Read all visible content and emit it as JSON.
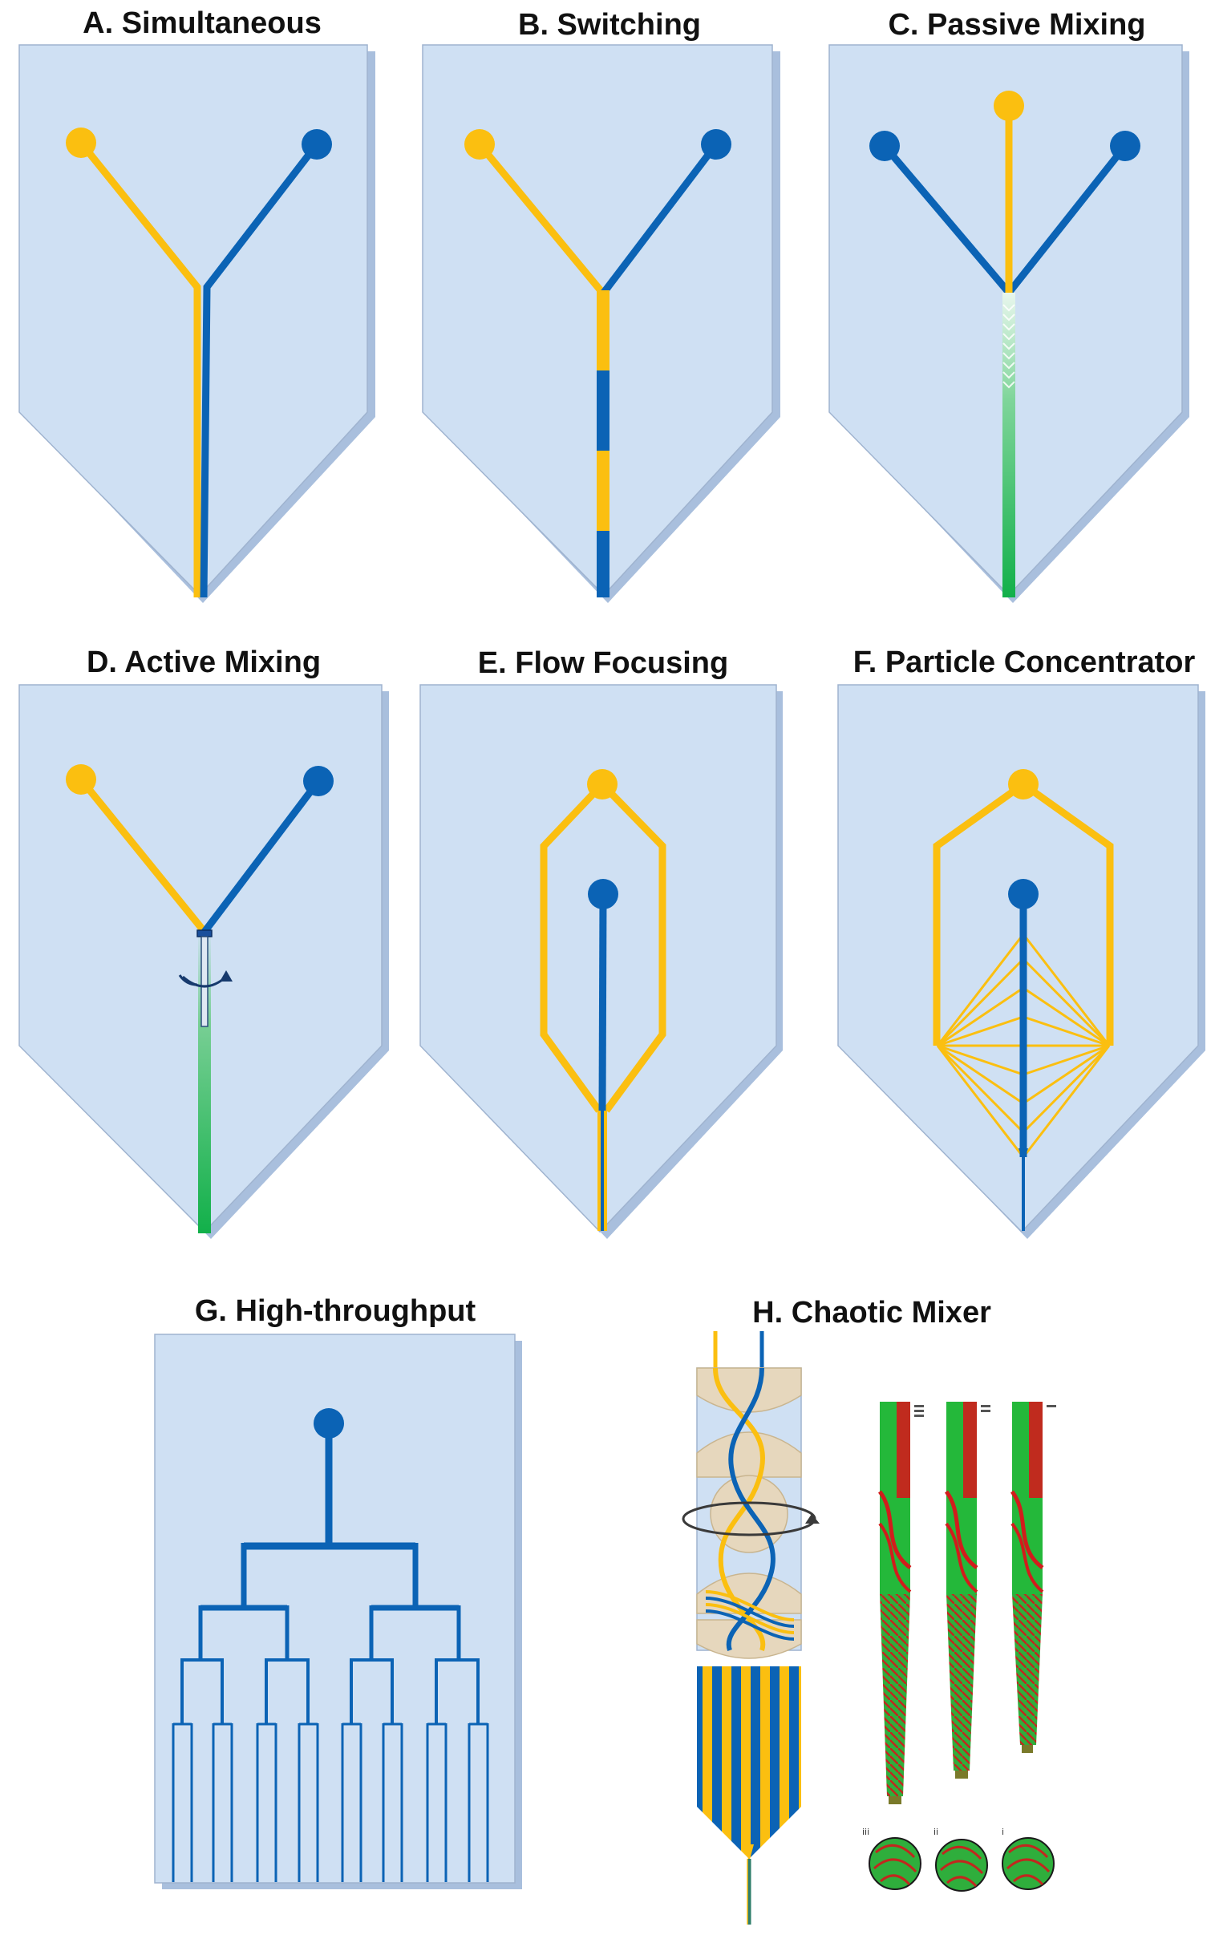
{
  "colors": {
    "chip_fill": "#cfe0f3",
    "chip_side": "#a9bfdd",
    "chip_edge": "#9fb3cf",
    "yellow": "#fbbf10",
    "blue": "#0b63b5",
    "green": "#12b04a",
    "tan": "#e6d7bd",
    "red": "#d21c1c"
  },
  "panels": {
    "a": {
      "title": "A. Simultaneous"
    },
    "b": {
      "title": "B. Switching"
    },
    "c": {
      "title": "C. Passive Mixing"
    },
    "d": {
      "title": "D. Active Mixing"
    },
    "e": {
      "title": "E. Flow Focusing"
    },
    "f": {
      "title": "F. Particle Concentrator"
    },
    "g": {
      "title": "G. High-throughput"
    },
    "h": {
      "title": "H. Chaotic Mixer",
      "section_labels": [
        "iii",
        "ii",
        "i"
      ]
    }
  }
}
